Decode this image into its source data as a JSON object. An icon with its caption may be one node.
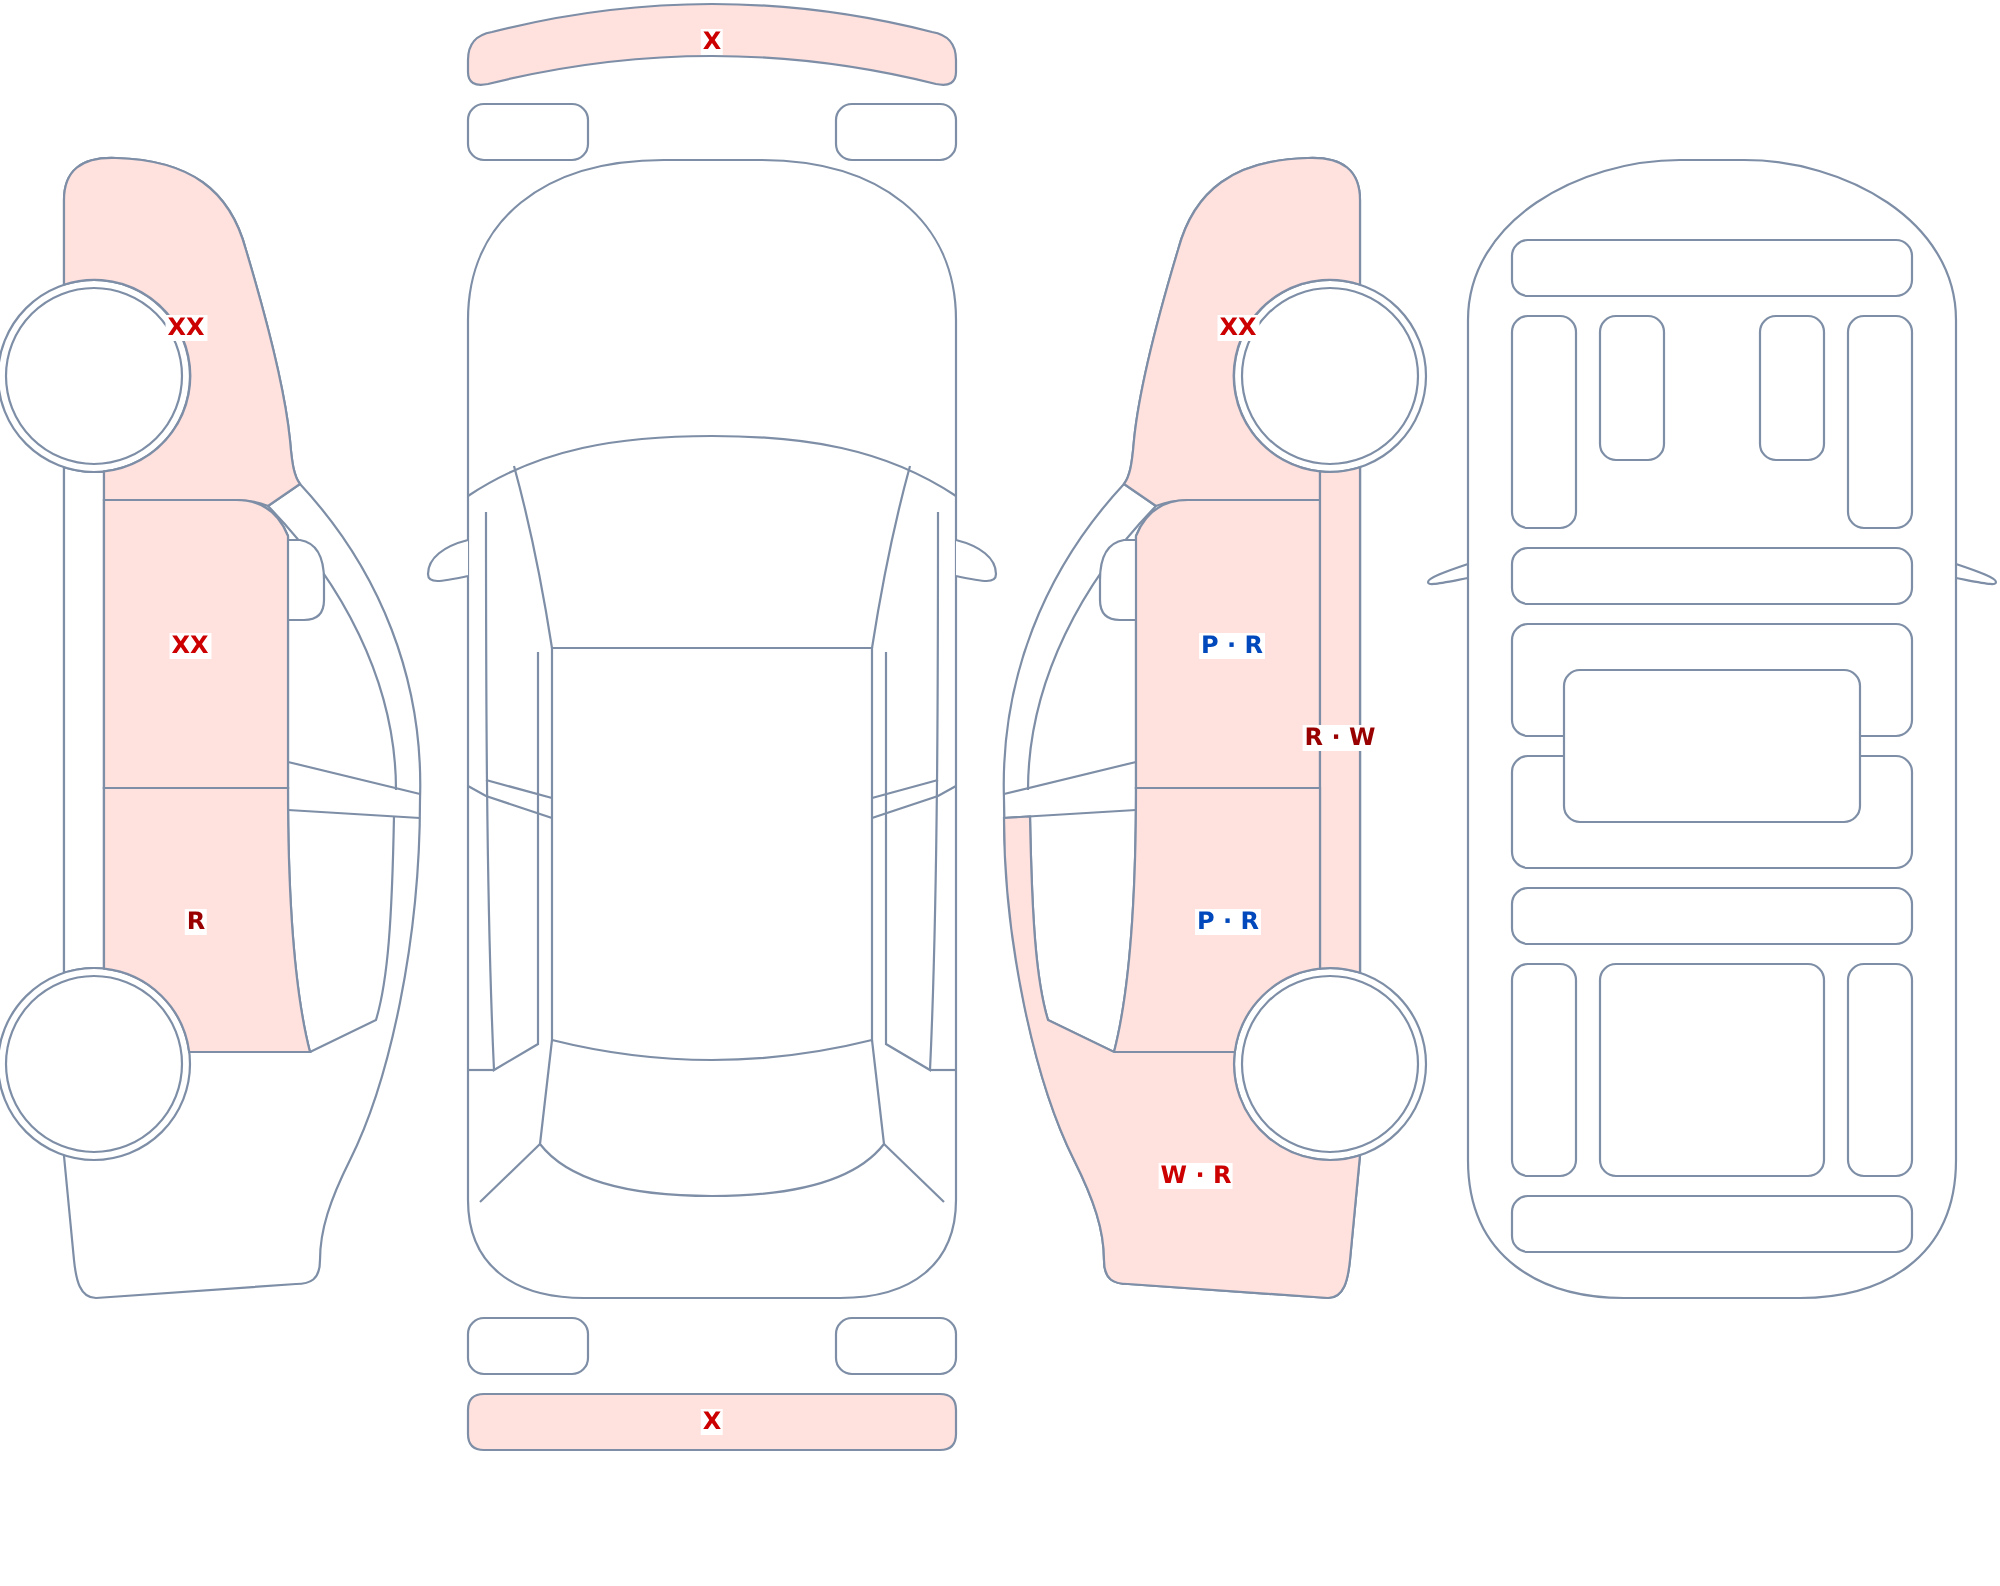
{
  "diagram": {
    "nodes": [
      {
        "text": [
          "X"
        ]
      },
      {
        "text": [
          "XX"
        ]
      },
      {
        "text": [
          "XX"
        ]
      },
      {
        "text": [
          "XX"
        ]
      },
      {
        "text": [
          "P · R"
        ]
      },
      {
        "text": [
          "R · W"
        ]
      },
      {
        "text": [
          "R"
        ]
      },
      {
        "text": [
          "P · R"
        ]
      },
      {
        "text": [
          "W · R"
        ]
      },
      {
        "text": [
          "X"
        ]
      }
    ]
  }
}
